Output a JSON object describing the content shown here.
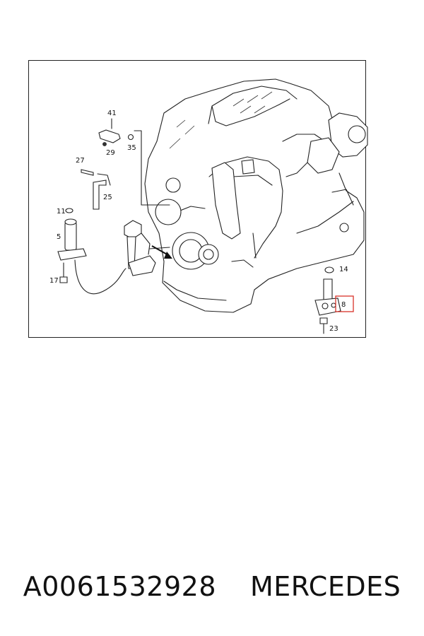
{
  "diagram": {
    "callouts": {
      "c41": "41",
      "c29": "29",
      "c35": "35",
      "c27": "27",
      "c25": "25",
      "c11": "11",
      "c5": "5",
      "c17": "17",
      "c14": "14",
      "c8": "8",
      "c23": "23"
    },
    "highlight_color": "#d9322a"
  },
  "caption": {
    "part_number": "A0061532928",
    "brand": "MERCEDES"
  }
}
